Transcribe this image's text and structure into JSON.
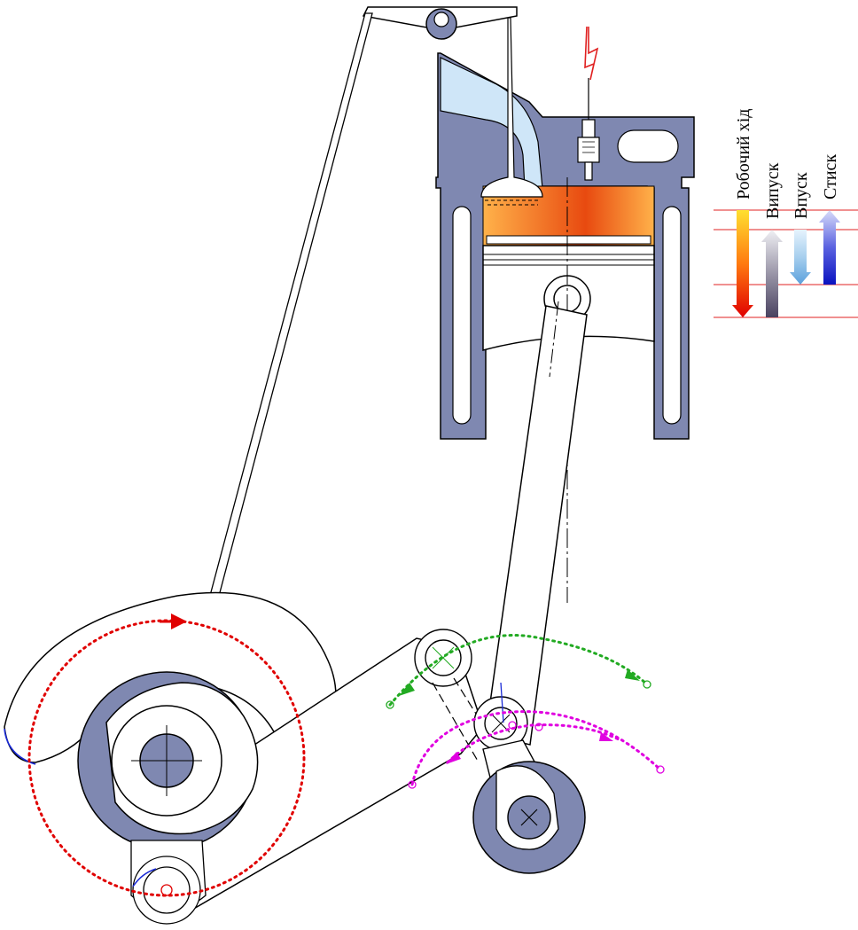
{
  "colors": {
    "metal": "#7f88b1",
    "outline": "#000000",
    "intake_port": "#cfe6f8",
    "combustion_top": "#e84a10",
    "combustion_bottom": "#ffb24a",
    "legend_line": "#e02020",
    "crank_path": "#e00000",
    "link_path": "#22aa22",
    "lever_path": "#e000e0",
    "spark": "#e02020",
    "blue_arc": "#1a2ad6"
  },
  "legend": {
    "items": [
      {
        "label": "Робочий хід",
        "gradient": [
          "#ffe030",
          "#ff7a10",
          "#e00000"
        ],
        "direction": "down"
      },
      {
        "label": "Випуск",
        "gradient": [
          "#f0f0f4",
          "#9a96a8",
          "#4a4260"
        ],
        "direction": "up"
      },
      {
        "label": "Впуск",
        "gradient": [
          "#e6f3fd",
          "#a7cfee",
          "#5aa0dc"
        ],
        "direction": "down"
      },
      {
        "label": "Стиск",
        "gradient": [
          "#d8dcfa",
          "#5a62e0",
          "#0a12c0"
        ],
        "direction": "up"
      }
    ]
  },
  "icons": {
    "spark": "lightning-bolt-icon",
    "centre_mark": "crosshair-icon"
  }
}
